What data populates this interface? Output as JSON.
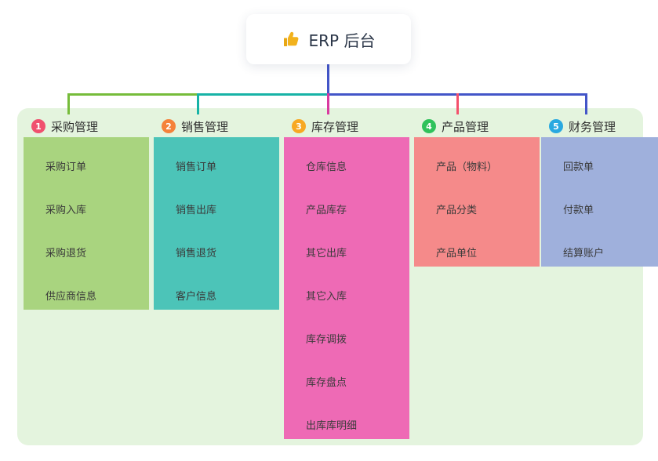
{
  "root": {
    "title": "ERP 后台",
    "icon": "thumbs-up-icon"
  },
  "branches": [
    {
      "num": "1",
      "label": "采购管理",
      "badge_color": "#f0506e",
      "accent_color": "#76bc3a",
      "child_line_color": "#a9d47f",
      "children": [
        "采购订单",
        "采购入库",
        "采购退货",
        "供应商信息"
      ]
    },
    {
      "num": "2",
      "label": "销售管理",
      "badge_color": "#f5823b",
      "accent_color": "#17b3a6",
      "child_line_color": "#4cc4b8",
      "children": [
        "销售订单",
        "销售出库",
        "销售退货",
        "客户信息"
      ]
    },
    {
      "num": "3",
      "label": "库存管理",
      "badge_color": "#f7a823",
      "accent_color": "#d93aa0",
      "child_line_color": "#ee6ab5",
      "children": [
        "仓库信息",
        "产品库存",
        "其它出库",
        "其它入库",
        "库存调拨",
        "库存盘点",
        "出库库明细"
      ]
    },
    {
      "num": "4",
      "label": "产品管理",
      "badge_color": "#2fc25b",
      "accent_color": "#f4516c",
      "child_line_color": "#f58a8a",
      "children": [
        "产品（物料）",
        "产品分类",
        "产品单位"
      ]
    },
    {
      "num": "5",
      "label": "财务管理",
      "badge_color": "#29a9e0",
      "accent_color": "#4355c8",
      "child_line_color": "#9fb0dc",
      "children": [
        "回款单",
        "付款单",
        "结算账户"
      ]
    }
  ],
  "colors": {
    "panel_background": "#e4f4de",
    "root_connector": "#4355c8",
    "text_dark": "#2e2e2e"
  }
}
